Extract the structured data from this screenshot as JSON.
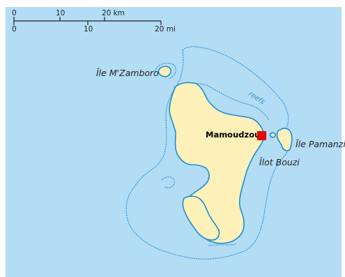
{
  "map": {
    "scale_bar": {
      "km_ticks": [
        "0",
        "10",
        "20 km"
      ],
      "mi_ticks": [
        "0",
        "10",
        "20 mi"
      ]
    },
    "labels": {
      "mzamboro": "Île M'Zamboro",
      "pamanzi": "Île Pamanzi",
      "bouzi": "Îlot Bouzi",
      "reefs": "reefs"
    },
    "capital": {
      "name": "Mamoudzou",
      "marker_color": "#e60000"
    },
    "colors": {
      "sea": "#b3dcf5",
      "land": "#fdf0b8",
      "coast": "#1a8fd2"
    }
  }
}
